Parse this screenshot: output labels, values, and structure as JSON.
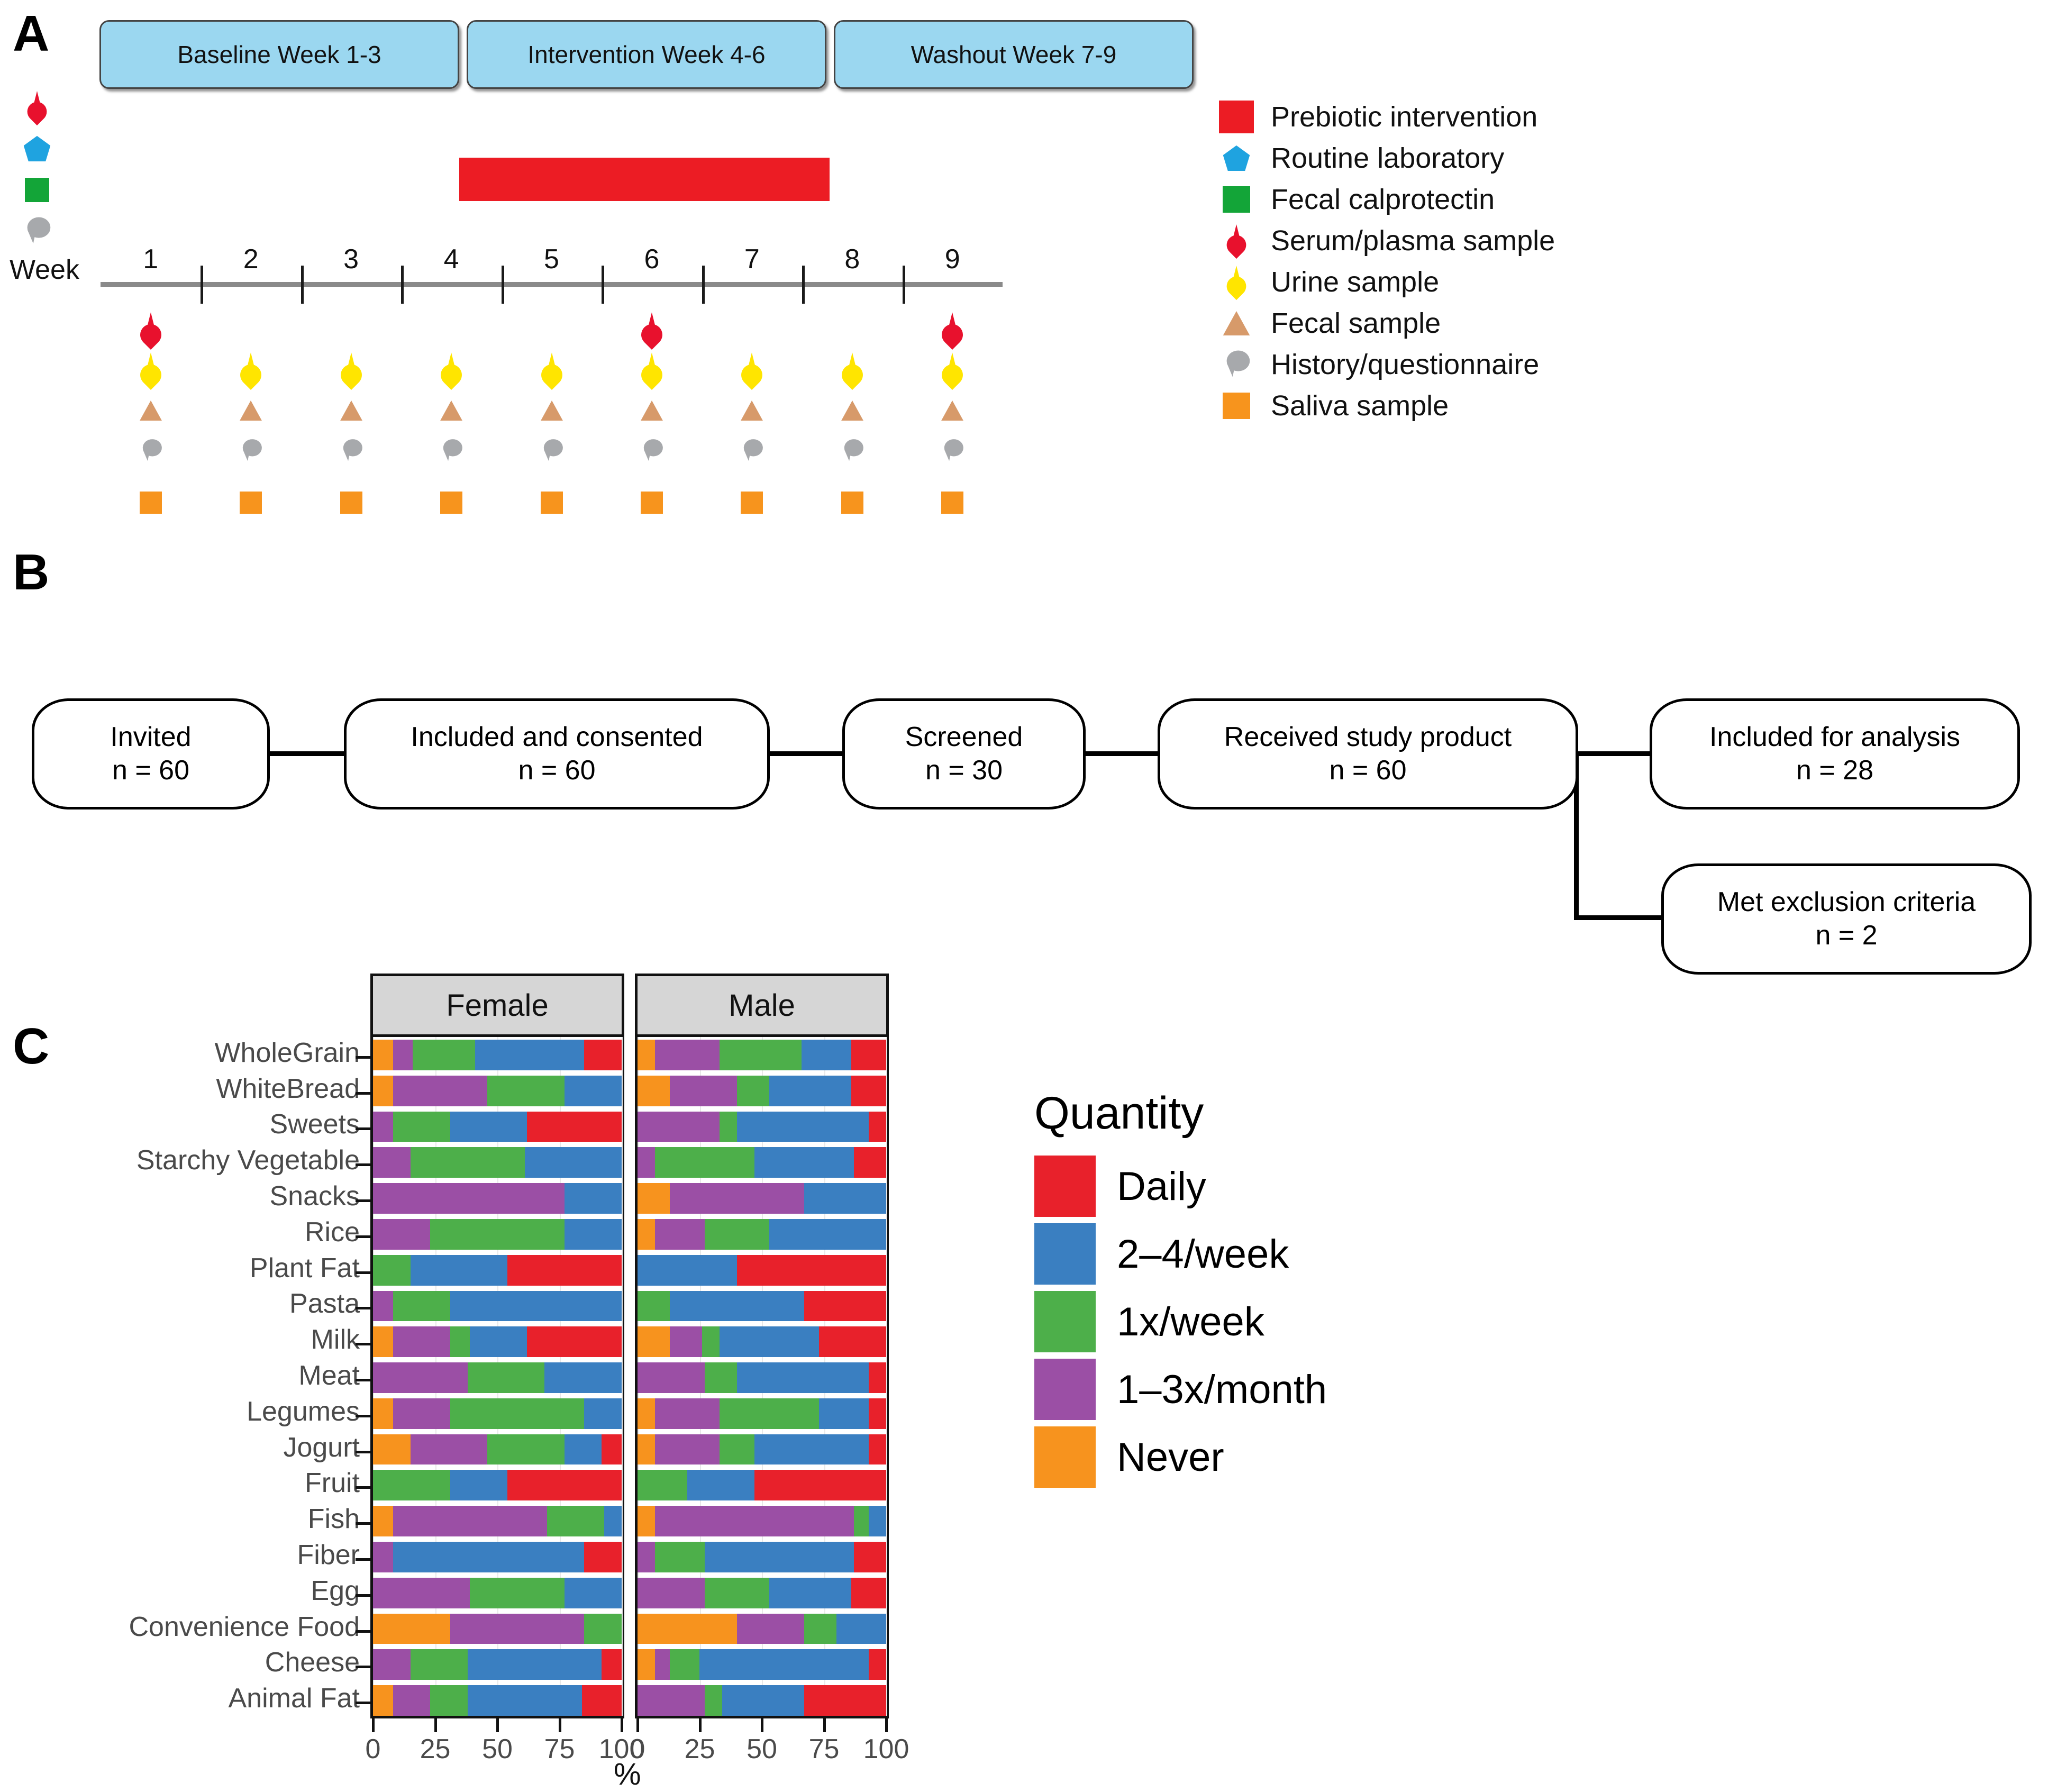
{
  "panels": {
    "a_letter": "A",
    "b_letter": "B",
    "c_letter": "C"
  },
  "panel_a": {
    "phases": [
      {
        "label": "Baseline Week 1-3"
      },
      {
        "label": "Intervention Week  4-6"
      },
      {
        "label": "Washout Week 7-9"
      }
    ],
    "phase_fill": "#9BD7F0",
    "week_axis_word": "Week",
    "weeks": [
      "1",
      "2",
      "3",
      "4",
      "5",
      "6",
      "7",
      "8",
      "9"
    ],
    "intervention_bar_color": "#EC1C24",
    "screening_icons": [
      {
        "name": "serum-plasma-drop-icon",
        "color": "#E8112D"
      },
      {
        "name": "routine-lab-pentagon-icon",
        "color": "#1FA3E0"
      },
      {
        "name": "fecal-calprotectin-square-icon",
        "color": "#13A538"
      },
      {
        "name": "history-questionnaire-bubble-icon",
        "color": "#A7A9AC"
      }
    ],
    "legend": [
      {
        "key": "prebiotic-intervention-square",
        "shape": "square",
        "color": "#EC1C24",
        "label": "Prebiotic intervention"
      },
      {
        "key": "routine-laboratory-pentagon",
        "shape": "pentagon",
        "color": "#1FA3E0",
        "label": "Routine laboratory"
      },
      {
        "key": "fecal-calprotectin-square",
        "shape": "square",
        "color": "#13A538",
        "label": "Fecal calprotectin"
      },
      {
        "key": "serum-plasma-drop",
        "shape": "drop",
        "color": "#E8112D",
        "label": "Serum/plasma sample"
      },
      {
        "key": "urine-drop",
        "shape": "drop",
        "color": "#FFE500",
        "label": "Urine sample"
      },
      {
        "key": "fecal-triangle",
        "shape": "triangle",
        "color": "#D79A6A",
        "label": "Fecal sample"
      },
      {
        "key": "history-questionnaire-bubble",
        "shape": "bubble",
        "color": "#A7A9AC",
        "label": "History/questionnaire"
      },
      {
        "key": "saliva-square",
        "shape": "square",
        "color": "#F7941D",
        "label": "Saliva sample"
      }
    ],
    "sampling_schedule": [
      {
        "week": "1",
        "serum": true,
        "urine": true,
        "fecal": true,
        "questionnaire": true,
        "saliva": true
      },
      {
        "week": "2",
        "serum": false,
        "urine": true,
        "fecal": true,
        "questionnaire": true,
        "saliva": true
      },
      {
        "week": "3",
        "serum": false,
        "urine": true,
        "fecal": true,
        "questionnaire": true,
        "saliva": true
      },
      {
        "week": "4",
        "serum": false,
        "urine": true,
        "fecal": true,
        "questionnaire": true,
        "saliva": true
      },
      {
        "week": "5",
        "serum": false,
        "urine": true,
        "fecal": true,
        "questionnaire": true,
        "saliva": true
      },
      {
        "week": "6",
        "serum": true,
        "urine": true,
        "fecal": true,
        "questionnaire": true,
        "saliva": true
      },
      {
        "week": "7",
        "serum": false,
        "urine": true,
        "fecal": true,
        "questionnaire": true,
        "saliva": true
      },
      {
        "week": "8",
        "serum": false,
        "urine": true,
        "fecal": true,
        "questionnaire": true,
        "saliva": true
      },
      {
        "week": "9",
        "serum": true,
        "urine": true,
        "fecal": true,
        "questionnaire": true,
        "saliva": true
      }
    ]
  },
  "panel_b": {
    "nodes": [
      {
        "id": "invited",
        "title": "Invited",
        "count": "n = 60"
      },
      {
        "id": "included-consented",
        "title": "Included and consented",
        "count": "n = 60"
      },
      {
        "id": "screened",
        "title": "Screened",
        "count": "n = 30"
      },
      {
        "id": "received-study-product",
        "title": "Received study product",
        "count": "n = 60"
      },
      {
        "id": "included-for-analysis",
        "title": "Included for analysis",
        "count": "n = 28"
      },
      {
        "id": "met-exclusion-criteria",
        "title": "Met exclusion criteria",
        "count": "n = 2"
      }
    ]
  },
  "chart_data": {
    "type": "bar",
    "subtype": "stacked-horizontal-100pct",
    "title": "",
    "xlabel": "%",
    "ylabel": "",
    "xlim": [
      0,
      100
    ],
    "xticks": [
      0,
      25,
      50,
      75,
      100
    ],
    "xticklabels": [
      "0",
      "25",
      "50",
      "75",
      "100"
    ],
    "grid": true,
    "legend_title": "Quantity",
    "legend_position": "right",
    "facets": [
      "Female",
      "Male"
    ],
    "series": [
      {
        "name": "Daily",
        "color": "#E8212B"
      },
      {
        "name": "2–4/week",
        "color": "#3A7FC1"
      },
      {
        "name": "1x/week",
        "color": "#4DAF4A"
      },
      {
        "name": "1–3x/month",
        "color": "#9B4FA5"
      },
      {
        "name": "Never",
        "color": "#F7931E"
      }
    ],
    "categories": [
      "WholeGrain",
      "WhiteBread",
      "Sweets",
      "Starchy Vegetable",
      "Snacks",
      "Rice",
      "Plant Fat",
      "Pasta",
      "Milk",
      "Meat",
      "Legumes",
      "Jogurt",
      "Fruit",
      "Fish",
      "Fiber",
      "Egg",
      "Convenience Food",
      "Cheese",
      "Animal Fat"
    ],
    "values": {
      "Female": {
        "WholeGrain": {
          "Never": 8,
          "1-3x/month": 8,
          "1x/week": 25,
          "2-4/week": 44,
          "Daily": 15
        },
        "WhiteBread": {
          "Never": 8,
          "1-3x/month": 38,
          "1x/week": 31,
          "2-4/week": 23,
          "Daily": 0
        },
        "Sweets": {
          "Never": 0,
          "1-3x/month": 8,
          "1x/week": 23,
          "2-4/week": 31,
          "Daily": 38
        },
        "Starchy Vegetable": {
          "Never": 0,
          "1-3x/month": 15,
          "1x/week": 46,
          "2-4/week": 39,
          "Daily": 0
        },
        "Snacks": {
          "Never": 0,
          "1-3x/month": 77,
          "1x/week": 0,
          "2-4/week": 23,
          "Daily": 0
        },
        "Rice": {
          "Never": 0,
          "1-3x/month": 23,
          "1x/week": 54,
          "2-4/week": 23,
          "Daily": 0
        },
        "Plant Fat": {
          "Never": 0,
          "1-3x/month": 0,
          "1x/week": 15,
          "2-4/week": 39,
          "Daily": 46
        },
        "Pasta": {
          "Never": 0,
          "1-3x/month": 8,
          "1x/week": 23,
          "2-4/week": 69,
          "Daily": 0
        },
        "Milk": {
          "Never": 8,
          "1-3x/month": 23,
          "1x/week": 8,
          "2-4/week": 23,
          "Daily": 38
        },
        "Meat": {
          "Never": 0,
          "1-3x/month": 38,
          "1x/week": 31,
          "2-4/week": 31,
          "Daily": 0
        },
        "Legumes": {
          "Never": 8,
          "1-3x/month": 23,
          "1x/week": 54,
          "2-4/week": 15,
          "Daily": 0
        },
        "Jogurt": {
          "Never": 15,
          "1-3x/month": 31,
          "1x/week": 31,
          "2-4/week": 15,
          "Daily": 8
        },
        "Fruit": {
          "Never": 0,
          "1-3x/month": 0,
          "1x/week": 31,
          "2-4/week": 23,
          "Daily": 46
        },
        "Fish": {
          "Never": 8,
          "1-3x/month": 62,
          "1x/week": 23,
          "2-4/week": 7,
          "Daily": 0
        },
        "Fiber": {
          "Never": 0,
          "1-3x/month": 8,
          "1x/week": 0,
          "2-4/week": 77,
          "Daily": 15
        },
        "Egg": {
          "Never": 0,
          "1-3x/month": 39,
          "1x/week": 38,
          "2-4/week": 23,
          "Daily": 0
        },
        "Convenience Food": {
          "Never": 31,
          "1-3x/month": 54,
          "1x/week": 15,
          "2-4/week": 0,
          "Daily": 0
        },
        "Cheese": {
          "Never": 0,
          "1-3x/month": 15,
          "1x/week": 23,
          "2-4/week": 54,
          "Daily": 8
        },
        "Animal Fat": {
          "Never": 8,
          "1-3x/month": 15,
          "1x/week": 15,
          "2-4/week": 46,
          "Daily": 16
        }
      },
      "Male": {
        "WholeGrain": {
          "Never": 7,
          "1-3x/month": 26,
          "1x/week": 33,
          "2-4/week": 20,
          "Daily": 14
        },
        "WhiteBread": {
          "Never": 13,
          "1-3x/month": 27,
          "1x/week": 13,
          "2-4/week": 33,
          "Daily": 14
        },
        "Sweets": {
          "Never": 0,
          "1-3x/month": 33,
          "1x/week": 7,
          "2-4/week": 53,
          "Daily": 7
        },
        "Starchy Vegetable": {
          "Never": 0,
          "1-3x/month": 7,
          "1x/week": 40,
          "2-4/week": 40,
          "Daily": 13
        },
        "Snacks": {
          "Never": 13,
          "1-3x/month": 54,
          "1x/week": 0,
          "2-4/week": 33,
          "Daily": 0
        },
        "Rice": {
          "Never": 7,
          "1-3x/month": 20,
          "1x/week": 26,
          "2-4/week": 47,
          "Daily": 0
        },
        "Plant Fat": {
          "Never": 0,
          "1-3x/month": 0,
          "1x/week": 0,
          "2-4/week": 40,
          "Daily": 60
        },
        "Pasta": {
          "Never": 0,
          "1-3x/month": 0,
          "1x/week": 13,
          "2-4/week": 54,
          "Daily": 33
        },
        "Milk": {
          "Never": 13,
          "1-3x/month": 13,
          "1x/week": 7,
          "2-4/week": 40,
          "Daily": 27
        },
        "Meat": {
          "Never": 0,
          "1-3x/month": 27,
          "1x/week": 13,
          "2-4/week": 53,
          "Daily": 7
        },
        "Legumes": {
          "Never": 7,
          "1-3x/month": 26,
          "1x/week": 40,
          "2-4/week": 20,
          "Daily": 7
        },
        "Jogurt": {
          "Never": 7,
          "1-3x/month": 26,
          "1x/week": 14,
          "2-4/week": 46,
          "Daily": 7
        },
        "Fruit": {
          "Never": 0,
          "1-3x/month": 0,
          "1x/week": 20,
          "2-4/week": 27,
          "Daily": 53
        },
        "Fish": {
          "Never": 7,
          "1-3x/month": 80,
          "1x/week": 6,
          "2-4/week": 7,
          "Daily": 0
        },
        "Fiber": {
          "Never": 0,
          "1-3x/month": 7,
          "1x/week": 20,
          "2-4/week": 60,
          "Daily": 13
        },
        "Egg": {
          "Never": 0,
          "1-3x/month": 27,
          "1x/week": 26,
          "2-4/week": 33,
          "Daily": 14
        },
        "Convenience Food": {
          "Never": 40,
          "1-3x/month": 27,
          "1x/week": 13,
          "2-4/week": 20,
          "Daily": 0
        },
        "Cheese": {
          "Never": 7,
          "1-3x/month": 6,
          "1x/week": 12,
          "2-4/week": 68,
          "Daily": 7
        },
        "Animal Fat": {
          "Never": 0,
          "1-3x/month": 27,
          "1x/week": 7,
          "2-4/week": 33,
          "Daily": 33
        }
      }
    }
  }
}
